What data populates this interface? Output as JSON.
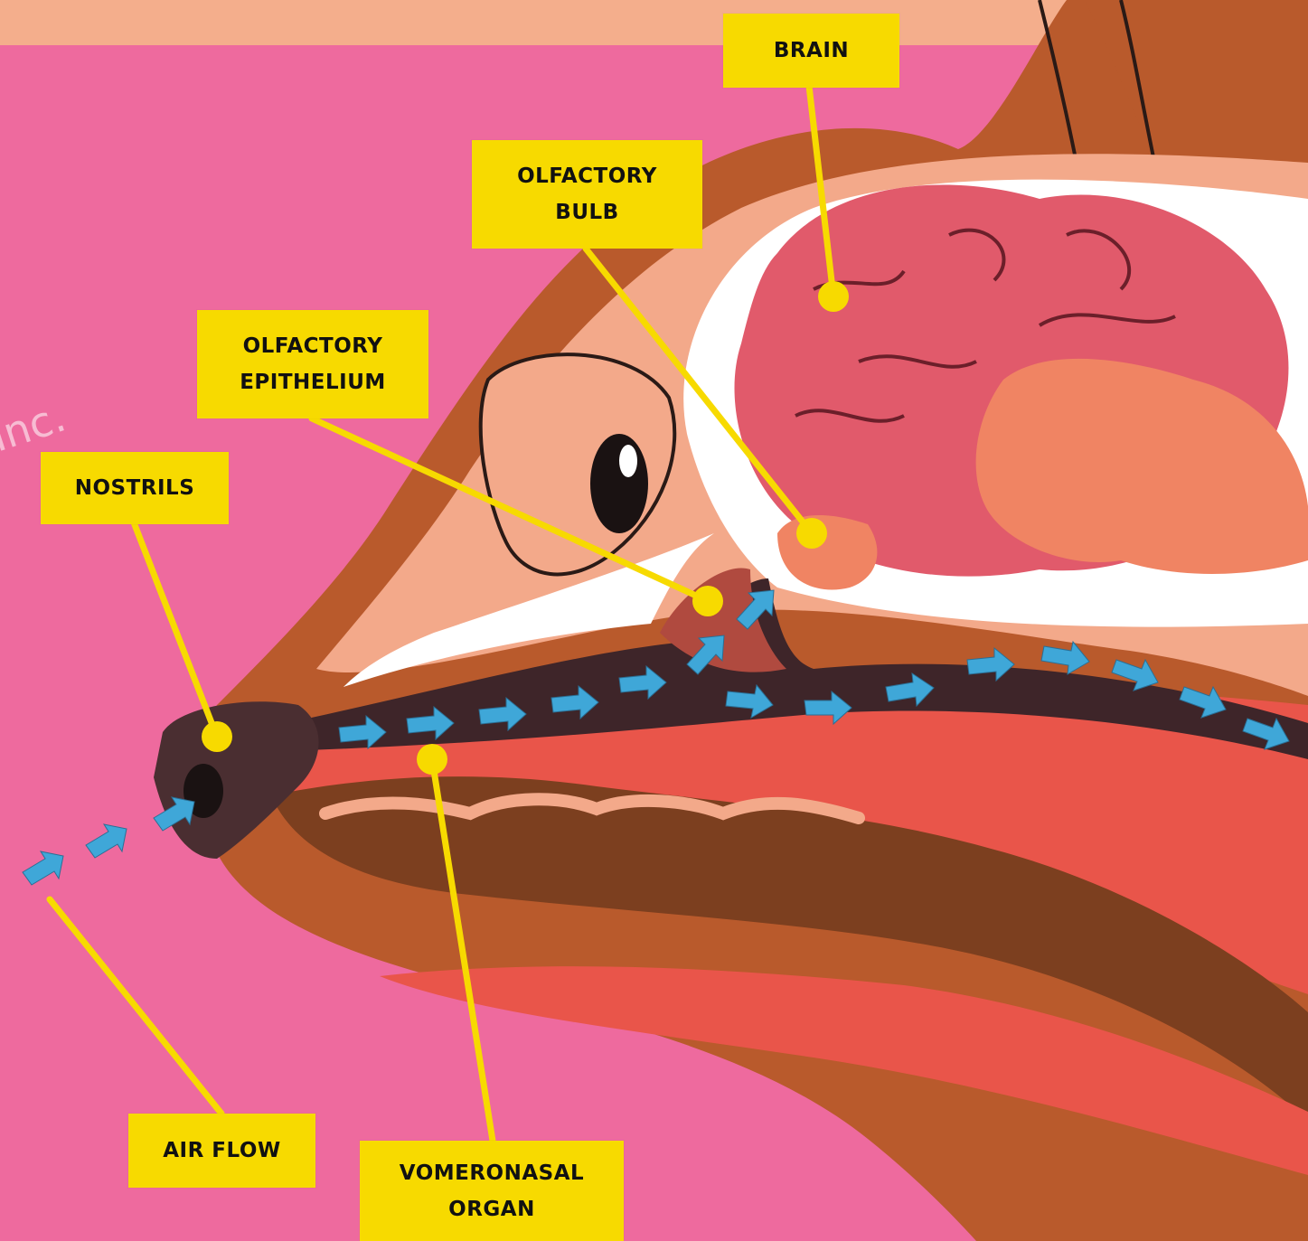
{
  "labels": {
    "brain": "BRAIN",
    "olfactory_bulb": [
      "OLFACTORY",
      "BULB"
    ],
    "olfactory_epithelium": [
      "OLFACTORY",
      "EPITHELIUM"
    ],
    "nostrils": "NOSTRILS",
    "air_flow": "AIR FLOW",
    "vomeronasal_organ": [
      "VOMERONASAL",
      "ORGAN"
    ]
  },
  "watermark": "Inc.",
  "colors": {
    "background": "#EE6A9E",
    "top_band": "#F4AE8C",
    "label_yellow": "#F7DA00",
    "fur": "#B95A2C",
    "inner_skin": "#F3A98A",
    "skull_white": "#FFFFFF",
    "brain": "#E15A6B",
    "bulb": "#F08463",
    "airway": "#3E2529",
    "arrow": "#3FA7D8",
    "throat_red": "#E9554A",
    "jaw_brown": "#7C3F1F",
    "nose": "#4A2E31"
  }
}
